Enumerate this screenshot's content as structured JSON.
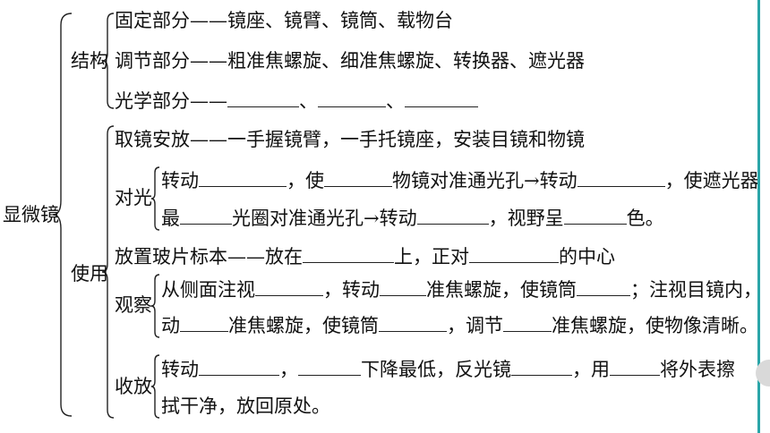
{
  "root": {
    "label": "显微镜"
  },
  "structure": {
    "label": "结构",
    "fixed": {
      "label": "固定部分",
      "sep": "——",
      "parts": "镜座、镜臂、镜筒、载物台"
    },
    "adjust": {
      "label": "调节部分",
      "sep": "——",
      "parts": "粗准焦螺旋、细准焦螺旋、转换器、遮光器"
    },
    "optical": {
      "label": "光学部分",
      "sep": "——",
      "comma1": "、",
      "comma2": "、"
    }
  },
  "usage": {
    "label": "使用",
    "take": {
      "text": "取镜安放——一手握镜臂，一手托镜座，安装目镜和物镜"
    },
    "align": {
      "label": "对光",
      "l1a": "转动",
      "l1b": "，使",
      "l1c": "物镜对准通光孔→转动",
      "l1d": "，使遮光器上",
      "l2a": "最",
      "l2b": "光圈对准通光孔→转动",
      "l2c": "，视野呈",
      "l2d": "色。"
    },
    "place": {
      "a": "放置玻片标本——放在",
      "b": "上，正对",
      "c": "的中心"
    },
    "observe": {
      "label": "观察",
      "l1a": "从侧面注视",
      "l1b": "，转动",
      "l1c": "准焦螺旋，使镜筒",
      "l1d": "；注视目镜内，转",
      "l2a": "动",
      "l2b": "准焦螺旋，使镜筒",
      "l2c": "，调节",
      "l2d": "准焦螺旋，使物像清晰。"
    },
    "store": {
      "label": "收放",
      "l1a": "转动",
      "l1b": "，",
      "l1c": "下降最低，反光镜",
      "l1d": "，用",
      "l1e": "将外表擦",
      "l2": "拭干净，放回原处。"
    }
  },
  "colors": {
    "accent": "#2aa5a8",
    "text": "#111111"
  }
}
